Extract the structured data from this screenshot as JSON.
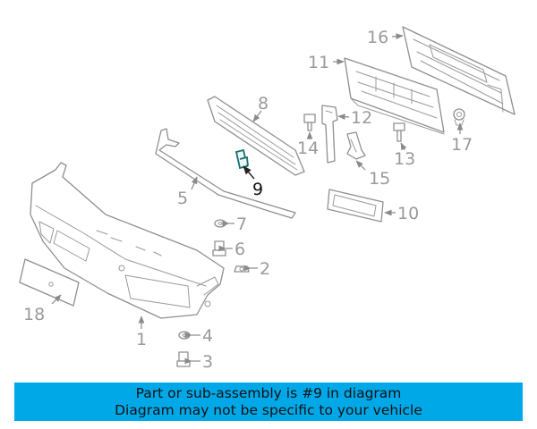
{
  "diagram": {
    "highlight_color": "#1a6f6f",
    "callouts": [
      {
        "id": "1",
        "label": "1"
      },
      {
        "id": "2",
        "label": "2"
      },
      {
        "id": "3",
        "label": "3"
      },
      {
        "id": "4",
        "label": "4"
      },
      {
        "id": "5",
        "label": "5"
      },
      {
        "id": "6",
        "label": "6"
      },
      {
        "id": "7",
        "label": "7"
      },
      {
        "id": "8",
        "label": "8"
      },
      {
        "id": "9",
        "label": "9",
        "highlighted": true
      },
      {
        "id": "10",
        "label": "10"
      },
      {
        "id": "11",
        "label": "11"
      },
      {
        "id": "12",
        "label": "12"
      },
      {
        "id": "13",
        "label": "13"
      },
      {
        "id": "14",
        "label": "14"
      },
      {
        "id": "15",
        "label": "15"
      },
      {
        "id": "16",
        "label": "16"
      },
      {
        "id": "17",
        "label": "17"
      },
      {
        "id": "18",
        "label": "18"
      }
    ]
  },
  "banner": {
    "background": "#00a8e8",
    "line1": "Part or sub-assembly is #9 in diagram",
    "line2": "Diagram may not be specific to your vehicle"
  }
}
